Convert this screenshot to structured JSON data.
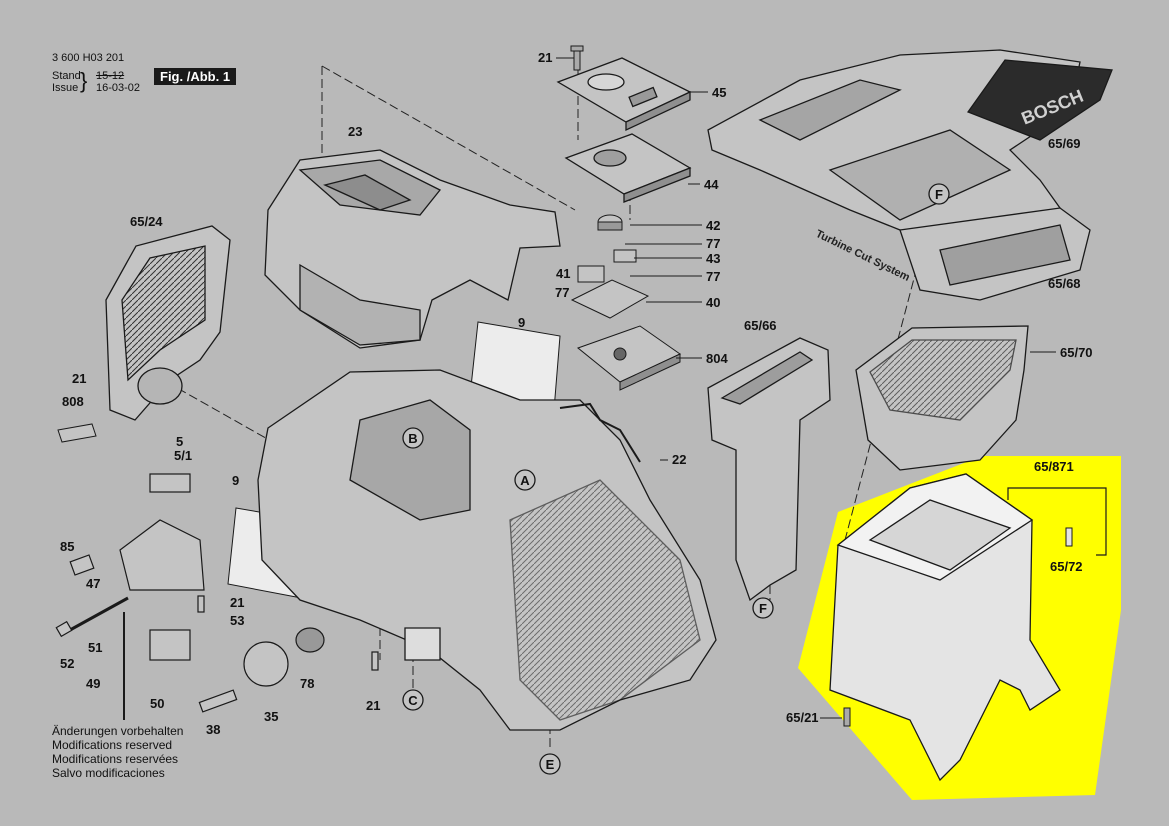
{
  "header": {
    "doc_number": "3 600 H03 201",
    "stand_label": "Stand",
    "stand_value": "15-12",
    "issue_label": "Issue",
    "issue_value": "16-03-02",
    "figure_label": "Fig. /Abb. 1"
  },
  "notes": [
    "Änderungen vorbehalten",
    "Modifications reserved",
    "Modifications reservées",
    "Salvo modificaciones"
  ],
  "parts": {
    "p21_top": "21",
    "p45": "45",
    "p44": "44",
    "p23": "23",
    "p42": "42",
    "p77a": "77",
    "p43": "43",
    "p41": "41",
    "p77b": "77",
    "p77c": "77",
    "p40": "40",
    "p9_top": "9",
    "p804": "804",
    "p65_24": "65/24",
    "p21_left": "21",
    "p808": "808",
    "p5": "5",
    "p5_1": "5/1",
    "p9_left": "9",
    "p85": "85",
    "p47": "47",
    "p51": "51",
    "p52": "52",
    "p49": "49",
    "p21_mid": "21",
    "p53": "53",
    "p50": "50",
    "p78": "78",
    "p38": "38",
    "p35": "35",
    "p21_bottom": "21",
    "p22": "22",
    "p65_69": "65/69",
    "p65_68": "65/68",
    "p65_66": "65/66",
    "p65_70": "65/70",
    "p65_871": "65/871",
    "p65_72": "65/72",
    "p65_21": "65/21"
  },
  "markers": {
    "a": "A",
    "b": "B",
    "c": "C",
    "e": "E",
    "f_top": "F",
    "f_bottom": "F"
  },
  "product_text": {
    "brand": "BOSCH",
    "system": "Turbine Cut System"
  },
  "colors": {
    "background": "#b9b9b9",
    "highlight": "#ffff00",
    "line": "#1a1a1a",
    "part_fill": "#c4c4c4"
  }
}
